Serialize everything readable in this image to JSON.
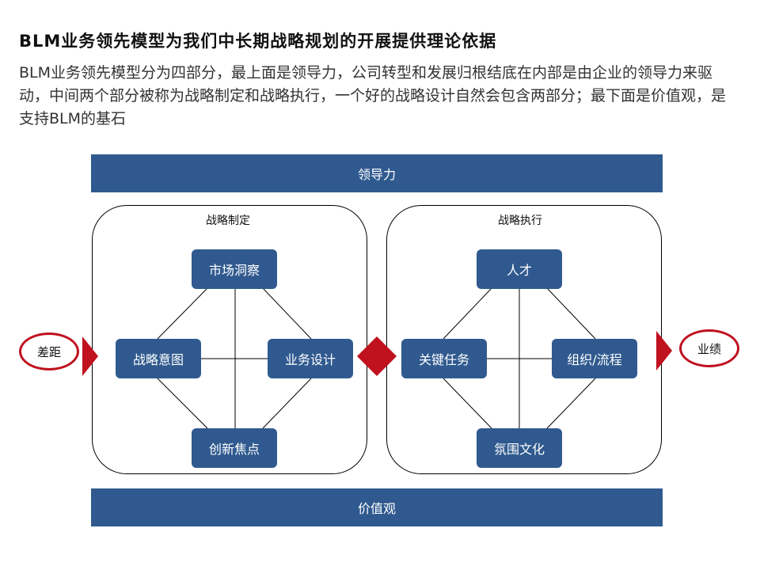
{
  "title": "BLM业务领先模型为我们中长期战略规划的开展提供理论依据",
  "description": "BLM业务领先模型分为四部分，最上面是领导力，公司转型和发展归根结底在内部是由企业的领导力来驱动，中间两个部分被称为战略制定和战略执行，一个好的战略设计自然会包含两部分；最下面是价值观，是支持BLM的基石",
  "diagram": {
    "top_bar": "领导力",
    "bottom_bar": "价值观",
    "left_input": "差距",
    "right_output": "业绩",
    "strategy_formulation": {
      "title": "战略制定",
      "top": "市场洞察",
      "left": "战略意图",
      "right": "业务设计",
      "bottom": "创新焦点"
    },
    "strategy_execution": {
      "title": "战略执行",
      "top": "人才",
      "left": "关键任务",
      "right": "组织/流程",
      "bottom": "氛围文化"
    },
    "colors": {
      "box_fill": "#305a8f",
      "accent_red": "#c0111f"
    }
  }
}
